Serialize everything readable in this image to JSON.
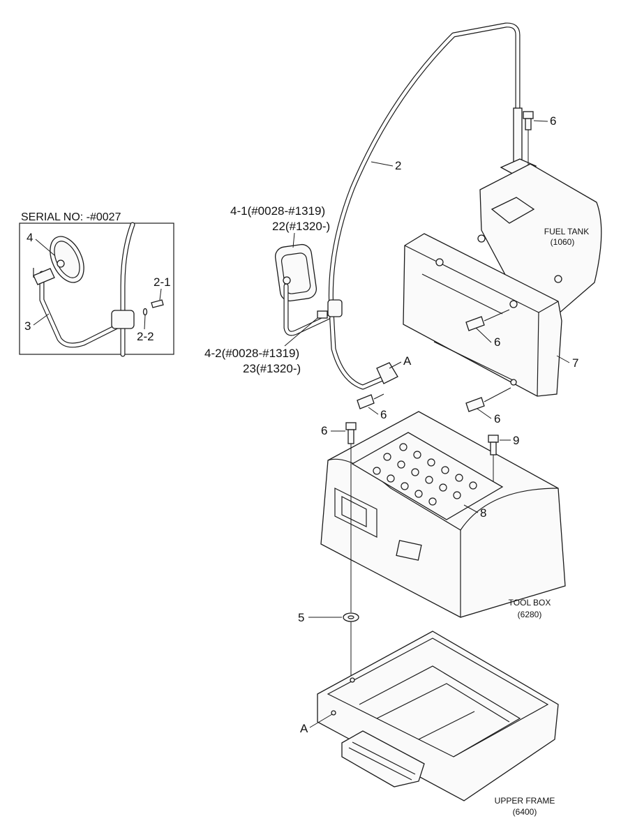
{
  "inset": {
    "serial_label": "SERIAL NO: -#0027",
    "callouts": {
      "mirror": "4",
      "bolt": "2-1",
      "washer": "2-2",
      "bracket": "3"
    }
  },
  "callouts": {
    "stay": "2",
    "bolt_top": "6",
    "mirror_assy_1": "4-1(#0028-#1319)",
    "mirror_assy_1b": "22(#1320-)",
    "mirror_assy_2": "4-2(#0028-#1319)",
    "mirror_assy_2b": "23(#1320-)",
    "ref_a_upper": "A",
    "ref_a_lower": "A",
    "bolt_cover_1": "6",
    "cover": "7",
    "bolt_cover_2": "6",
    "bolt_stay": "6",
    "bolt_step": "6",
    "bolt_9": "9",
    "step_plate": "8",
    "washer_5": "5"
  },
  "references": {
    "fuel_tank_name": "FUEL TANK",
    "fuel_tank_code": "(1060)",
    "tool_box_name": "TOOL BOX",
    "tool_box_code": "(6280)",
    "upper_frame_name": "UPPER FRAME",
    "upper_frame_code": "(6400)"
  }
}
